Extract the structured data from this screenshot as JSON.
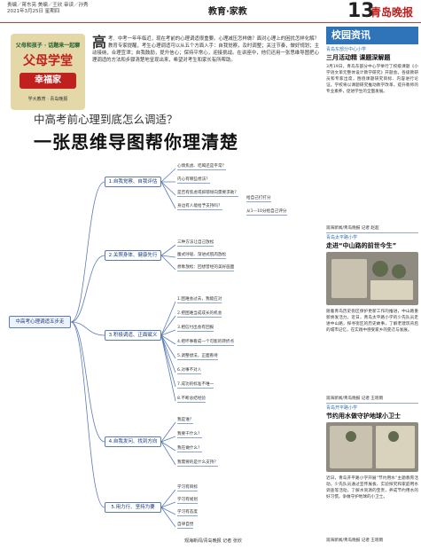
{
  "header": {
    "meta_line1": "责编／蒋东亮  美编／王欣  审读／孙秀",
    "meta_line2": "2021年3月25日 星期四",
    "section": "教育·家教",
    "page_number": "13",
    "brand": "青岛晚报"
  },
  "banner": {
    "line1": "父母和孩子 ·  话题来一起聊",
    "line2": "父母学堂",
    "line3": "幸福家",
    "line4": "学大教育 ·  青岛晚报"
  },
  "intro": {
    "dropcap": "高",
    "text": "考、中考一年年临近，现在考前的心理调适很重要。心理减压怎样做？面对心理上的困扰怎样化解？教育专家提醒，考生心理调适可以从五个方面入手：自我觉察，及时调整；关注节奏，做好规划；主动接纳，合理宣泄；自我鼓励，提升信心；保持平常心，迎接挑战。在讲座中，他们还用一张思维导图把心理调适的方法和步骤清楚地呈现出来，希望对考生和家长有所帮助。"
  },
  "kicker": "中高考前心理到底怎么调适？",
  "headline": "一张思维导图帮你理清楚",
  "mindmap": {
    "root": "中高考心理调适五步走",
    "branches": [
      {
        "label": "1.自我觉察、自我评估",
        "leaves": [
          "心情焦虑、吃喝还是平常？",
          "内心有哪些想法？",
          "是否有焦虑或抑郁倾向需要求助？",
          "身边有人能给予支持吗？",
          "给自己打打分",
          "从1—10分给自己评分"
        ]
      },
      {
        "label": "2.关照身体、健康先行",
        "leaves": [
          "三种方法让自己放松",
          "腹式呼吸、渐进式肌肉放松",
          "想象放松：回想曾经的美好画面"
        ]
      },
      {
        "label": "3.积极调适、正面赋义",
        "leaves": [
          "1.困难会过去，我能应对",
          "2.把困难当成成长的机会",
          "3.相信付出会有回报",
          "4.把坏事看成一个可能的转折点",
          "5.调整想法，正面看待",
          "6.对事不对人",
          "7.成功的标准不唯一",
          "8.不断总结经验"
        ]
      },
      {
        "label": "4.自我发问、找到方向",
        "leaves": [
          "我是谁？",
          "我要干什么？",
          "我在做什么？",
          "我需要的是什么支持？"
        ]
      },
      {
        "label": "5.用力行、坚持为要",
        "leaves": [
          "学习有目标",
          "学习有规划",
          "学习有态度",
          "自律自觉"
        ]
      }
    ]
  },
  "left_credit": "观海新闻/青岛晚报 记者 张欣",
  "column": {
    "banner": "校园资讯",
    "sub": "青岛东部分中心小学",
    "story1": {
      "title": "三月活动精 课题深解题",
      "text": "3月19日，青岛东部分中心学举行了校级课题《小学语文单元整体设计教学研究》开题会。各级教研员和专家出席，围绕课题研究目标、内容进行论证。学校将以课题研究推动教学改革，提升教师的专业素养，促进学生的全面发展。",
      "credit": "观海新闻/青岛晚报 记者 赵超"
    },
    "story2_org": "青岛太平路小学",
    "story2": {
      "title": "走进“中山路的前世今生”",
      "text": "随着青岛历史街区保护更新工作的推进，中山路重新焕发活力。近日，青岛太平路小学的少先队员走进中山路，探寻街区的历史故事，了解老建筑背后的城市记忆，在实践中感受家乡的变迁与发展。",
      "credit": "观海新闻/青岛晚报 记者 王晓雨"
    },
    "story3_org": "青岛开平路小学",
    "story3": {
      "title": "节约用水做守护地球小卫士",
      "text": "近日，青岛开平路小学开展“节约用水”主题教育活动。少先队员通过宣传展板、实验探究和家庭用水调查等活动，了解水资源的宝贵，养成节约用水的好习惯，争做守护地球的小卫士。",
      "credit": "观海新闻/青岛晚报 记者 王晓雨"
    }
  }
}
